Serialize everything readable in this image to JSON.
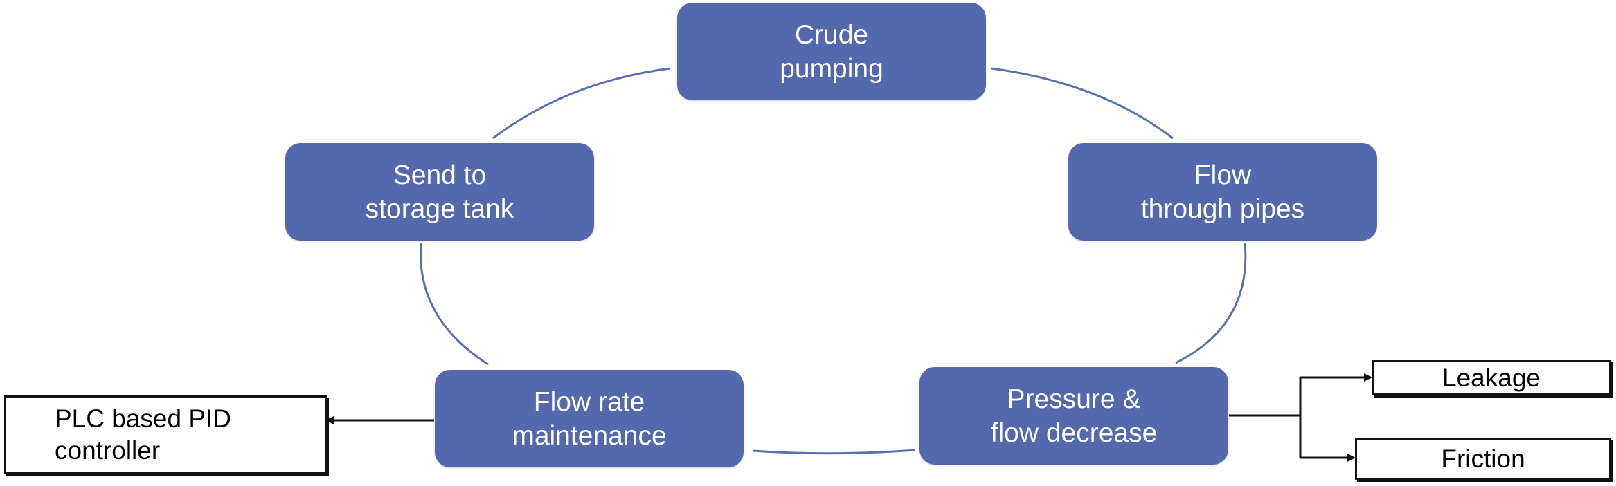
{
  "cycle": {
    "crude_pumping": [
      "Crude",
      "pumping"
    ],
    "flow_through_pipes": [
      "Flow",
      "through pipes"
    ],
    "pressure_flow_decrease": [
      "Pressure &",
      "flow decrease"
    ],
    "flow_rate_maintenance": [
      "Flow rate",
      "maintenance"
    ],
    "send_to_storage": [
      "Send to",
      "storage tank"
    ]
  },
  "outputs": {
    "leakage": "Leakage",
    "friction": "Friction",
    "plc_controller": [
      "PLC based PID",
      "controller"
    ]
  },
  "colors": {
    "node_fill": "#5468ae",
    "cycle_arc": "#5a6fb0",
    "connector": "#111111"
  }
}
